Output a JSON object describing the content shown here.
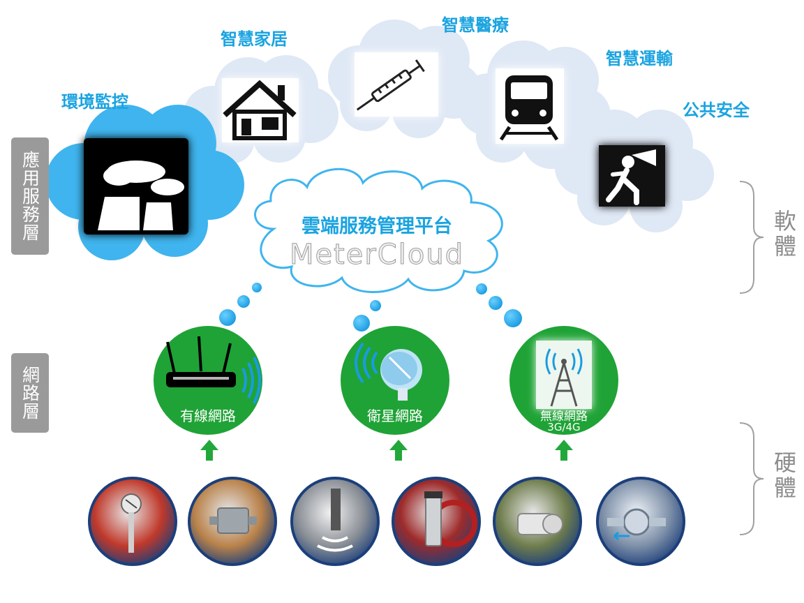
{
  "layers": {
    "application": "應用服務層",
    "network": "網路層"
  },
  "right_labels": {
    "software": "軟體",
    "hardware": "硬體"
  },
  "applications": [
    {
      "label": "環境監控",
      "icon": "factory-smoke-icon"
    },
    {
      "label": "智慧家居",
      "icon": "house-icon"
    },
    {
      "label": "智慧醫療",
      "icon": "syringe-icon"
    },
    {
      "label": "智慧運輸",
      "icon": "train-icon"
    },
    {
      "label": "公共安全",
      "icon": "emergency-exit-icon"
    }
  ],
  "platform": {
    "title": "雲端服務管理平台",
    "brand": "MeterCloud"
  },
  "networks": [
    {
      "label": "有線網路",
      "icon": "router-icon"
    },
    {
      "label": "衛星網路",
      "icon": "satellite-dish-icon"
    },
    {
      "label": "無線網路",
      "sublabel": "3G/4G",
      "icon": "cell-tower-icon"
    }
  ],
  "devices": [
    {
      "icon": "temperature-probe-icon"
    },
    {
      "icon": "junction-box-sensor-icon"
    },
    {
      "icon": "level-sensor-icon"
    },
    {
      "icon": "pressure-transmitter-icon"
    },
    {
      "icon": "flow-meter-icon"
    },
    {
      "icon": "water-meter-icon"
    }
  ],
  "colors": {
    "accent_blue": "#1aa3e0",
    "cloud_light": "#dfe8f5",
    "cloud_bright": "#3fb4ee",
    "network_green": "#1fa336",
    "arrow_green": "#22a83a",
    "label_gray": "#9a9a9a"
  }
}
